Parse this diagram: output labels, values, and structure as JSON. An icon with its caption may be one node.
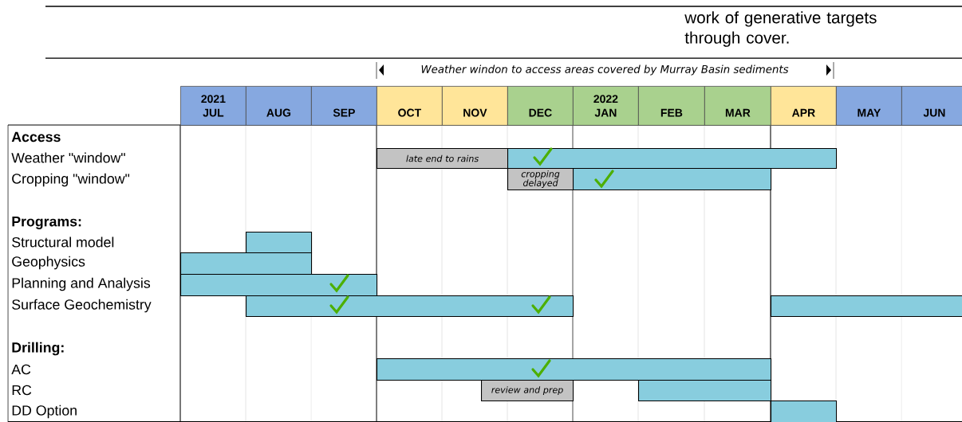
{
  "diagram": {
    "nodes": [
      {
        "text": [
          "2021",
          "JUL"
        ]
      },
      {
        "text": [
          "AUG"
        ]
      },
      {
        "text": [
          "SEP"
        ]
      },
      {
        "text": [
          "OCT"
        ]
      },
      {
        "text": [
          "NOV"
        ]
      },
      {
        "text": [
          "DEC"
        ]
      },
      {
        "text": [
          "2022",
          "JAN"
        ]
      },
      {
        "text": [
          "FEB"
        ]
      },
      {
        "text": [
          "MAR"
        ]
      },
      {
        "text": [
          "APR"
        ]
      },
      {
        "text": [
          "MAY"
        ]
      },
      {
        "text": [
          "JUN"
        ]
      },
      {
        "text": [
          "late end to rains"
        ]
      },
      {
        "text": [],
        "shape": "bar"
      },
      {
        "text": [
          "cropping delayed"
        ]
      },
      {
        "text": [],
        "shape": "bar"
      },
      {
        "text": [],
        "shape": "bar"
      },
      {
        "text": [],
        "shape": "bar"
      },
      {
        "text": [],
        "shape": "bar"
      },
      {
        "text": [],
        "shape": "bar"
      },
      {
        "text": [],
        "shape": "bar"
      },
      {
        "text": [],
        "shape": "bar"
      },
      {
        "text": [
          "review and prep"
        ]
      },
      {
        "text": [],
        "shape": "bar"
      },
      {
        "text": [],
        "shape": "bar"
      }
    ],
    "labels": [
      "work of generative targets through cover.",
      "Weather windon to access areas covered by Murray Basin sediments",
      "Access",
      "Weather \"window\"",
      "Cropping \"window\"",
      "Programs:",
      "Structural model",
      "Geophysics",
      "Planning and Analysis",
      "Surface Geochemistry",
      "Drilling:",
      "AC",
      "RC",
      "DD Option"
    ]
  }
}
